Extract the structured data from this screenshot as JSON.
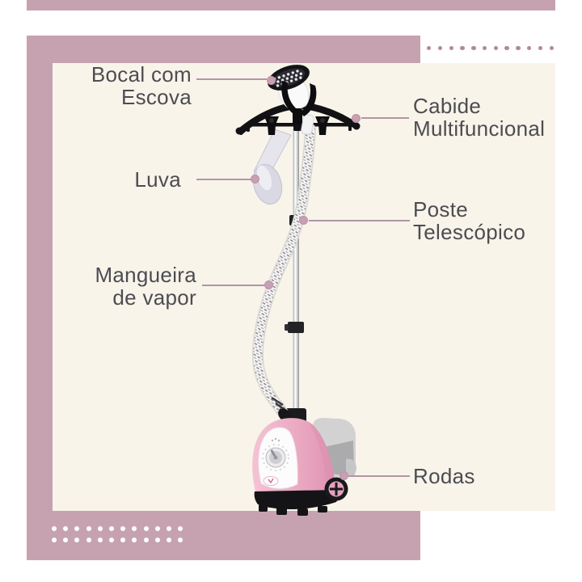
{
  "meta": {
    "language": "pt",
    "description": "Infográfico de vaporizador de roupas vertical com peças rotuladas"
  },
  "palette": {
    "accent_mauve": "#c6a2b0",
    "panel_cream": "#f8f4ea",
    "top_dots_color": "#b2899c",
    "bottom_dots_color": "#ffffff",
    "callout_text": "#4d4c52",
    "callout_line": "#b295a5",
    "callout_dot": "#c89fb3",
    "steamer_pink": "#e9a6bf",
    "steamer_black": "#141417",
    "pole_silver": "#c9c9c9"
  },
  "decor": {
    "top_right_dots": {
      "count": 12,
      "color": "#b2899c"
    },
    "bottom_left_dots": {
      "rows": 2,
      "per_row": 12,
      "color": "#ffffff"
    }
  },
  "callouts": [
    {
      "id": "bocal-com-escova",
      "lines": [
        "Bocal com",
        "Escova"
      ]
    },
    {
      "id": "cabide-multifuncional",
      "lines": [
        "Cabide",
        "Multifuncional"
      ]
    },
    {
      "id": "luva",
      "lines": [
        "Luva"
      ]
    },
    {
      "id": "poste-telescopico",
      "lines": [
        "Poste",
        "Telescópico"
      ]
    },
    {
      "id": "mangueira-de-vapor",
      "lines": [
        "Mangueira",
        "de vapor"
      ]
    },
    {
      "id": "rodas",
      "lines": [
        "Rodas"
      ]
    }
  ]
}
